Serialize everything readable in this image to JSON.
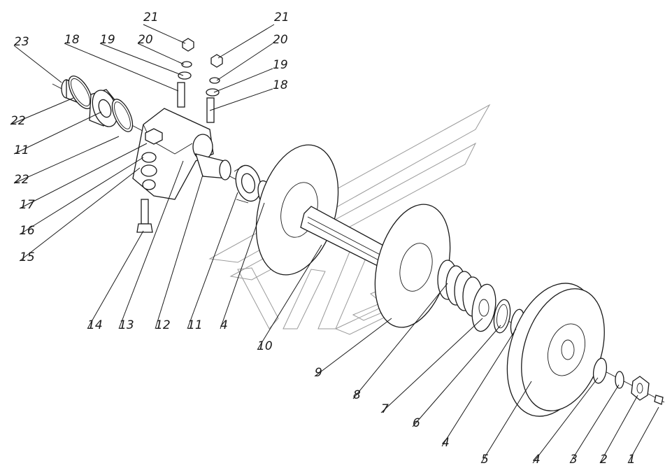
{
  "callouts": [
    {
      "id": "1",
      "label": "1"
    },
    {
      "id": "2",
      "label": "2"
    },
    {
      "id": "3",
      "label": "3"
    },
    {
      "id": "4a",
      "label": "4"
    },
    {
      "id": "5",
      "label": "5"
    },
    {
      "id": "4b",
      "label": "4"
    },
    {
      "id": "6",
      "label": "6"
    },
    {
      "id": "7",
      "label": "7"
    },
    {
      "id": "8",
      "label": "8"
    },
    {
      "id": "9",
      "label": "9"
    },
    {
      "id": "10",
      "label": "10"
    },
    {
      "id": "4c",
      "label": "4"
    },
    {
      "id": "11a",
      "label": "11"
    },
    {
      "id": "12",
      "label": "12"
    },
    {
      "id": "13",
      "label": "13"
    },
    {
      "id": "14",
      "label": "14"
    },
    {
      "id": "15",
      "label": "15"
    },
    {
      "id": "16",
      "label": "16"
    },
    {
      "id": "17",
      "label": "17"
    },
    {
      "id": "22a",
      "label": "22"
    },
    {
      "id": "11b",
      "label": "11"
    },
    {
      "id": "22b",
      "label": "22"
    },
    {
      "id": "23",
      "label": "23"
    },
    {
      "id": "18a",
      "label": "18"
    },
    {
      "id": "19a",
      "label": "19"
    },
    {
      "id": "20a",
      "label": "20"
    },
    {
      "id": "21a",
      "label": "21"
    },
    {
      "id": "21b",
      "label": "21"
    },
    {
      "id": "20b",
      "label": "20"
    },
    {
      "id": "19b",
      "label": "19"
    },
    {
      "id": "18b",
      "label": "18"
    }
  ]
}
